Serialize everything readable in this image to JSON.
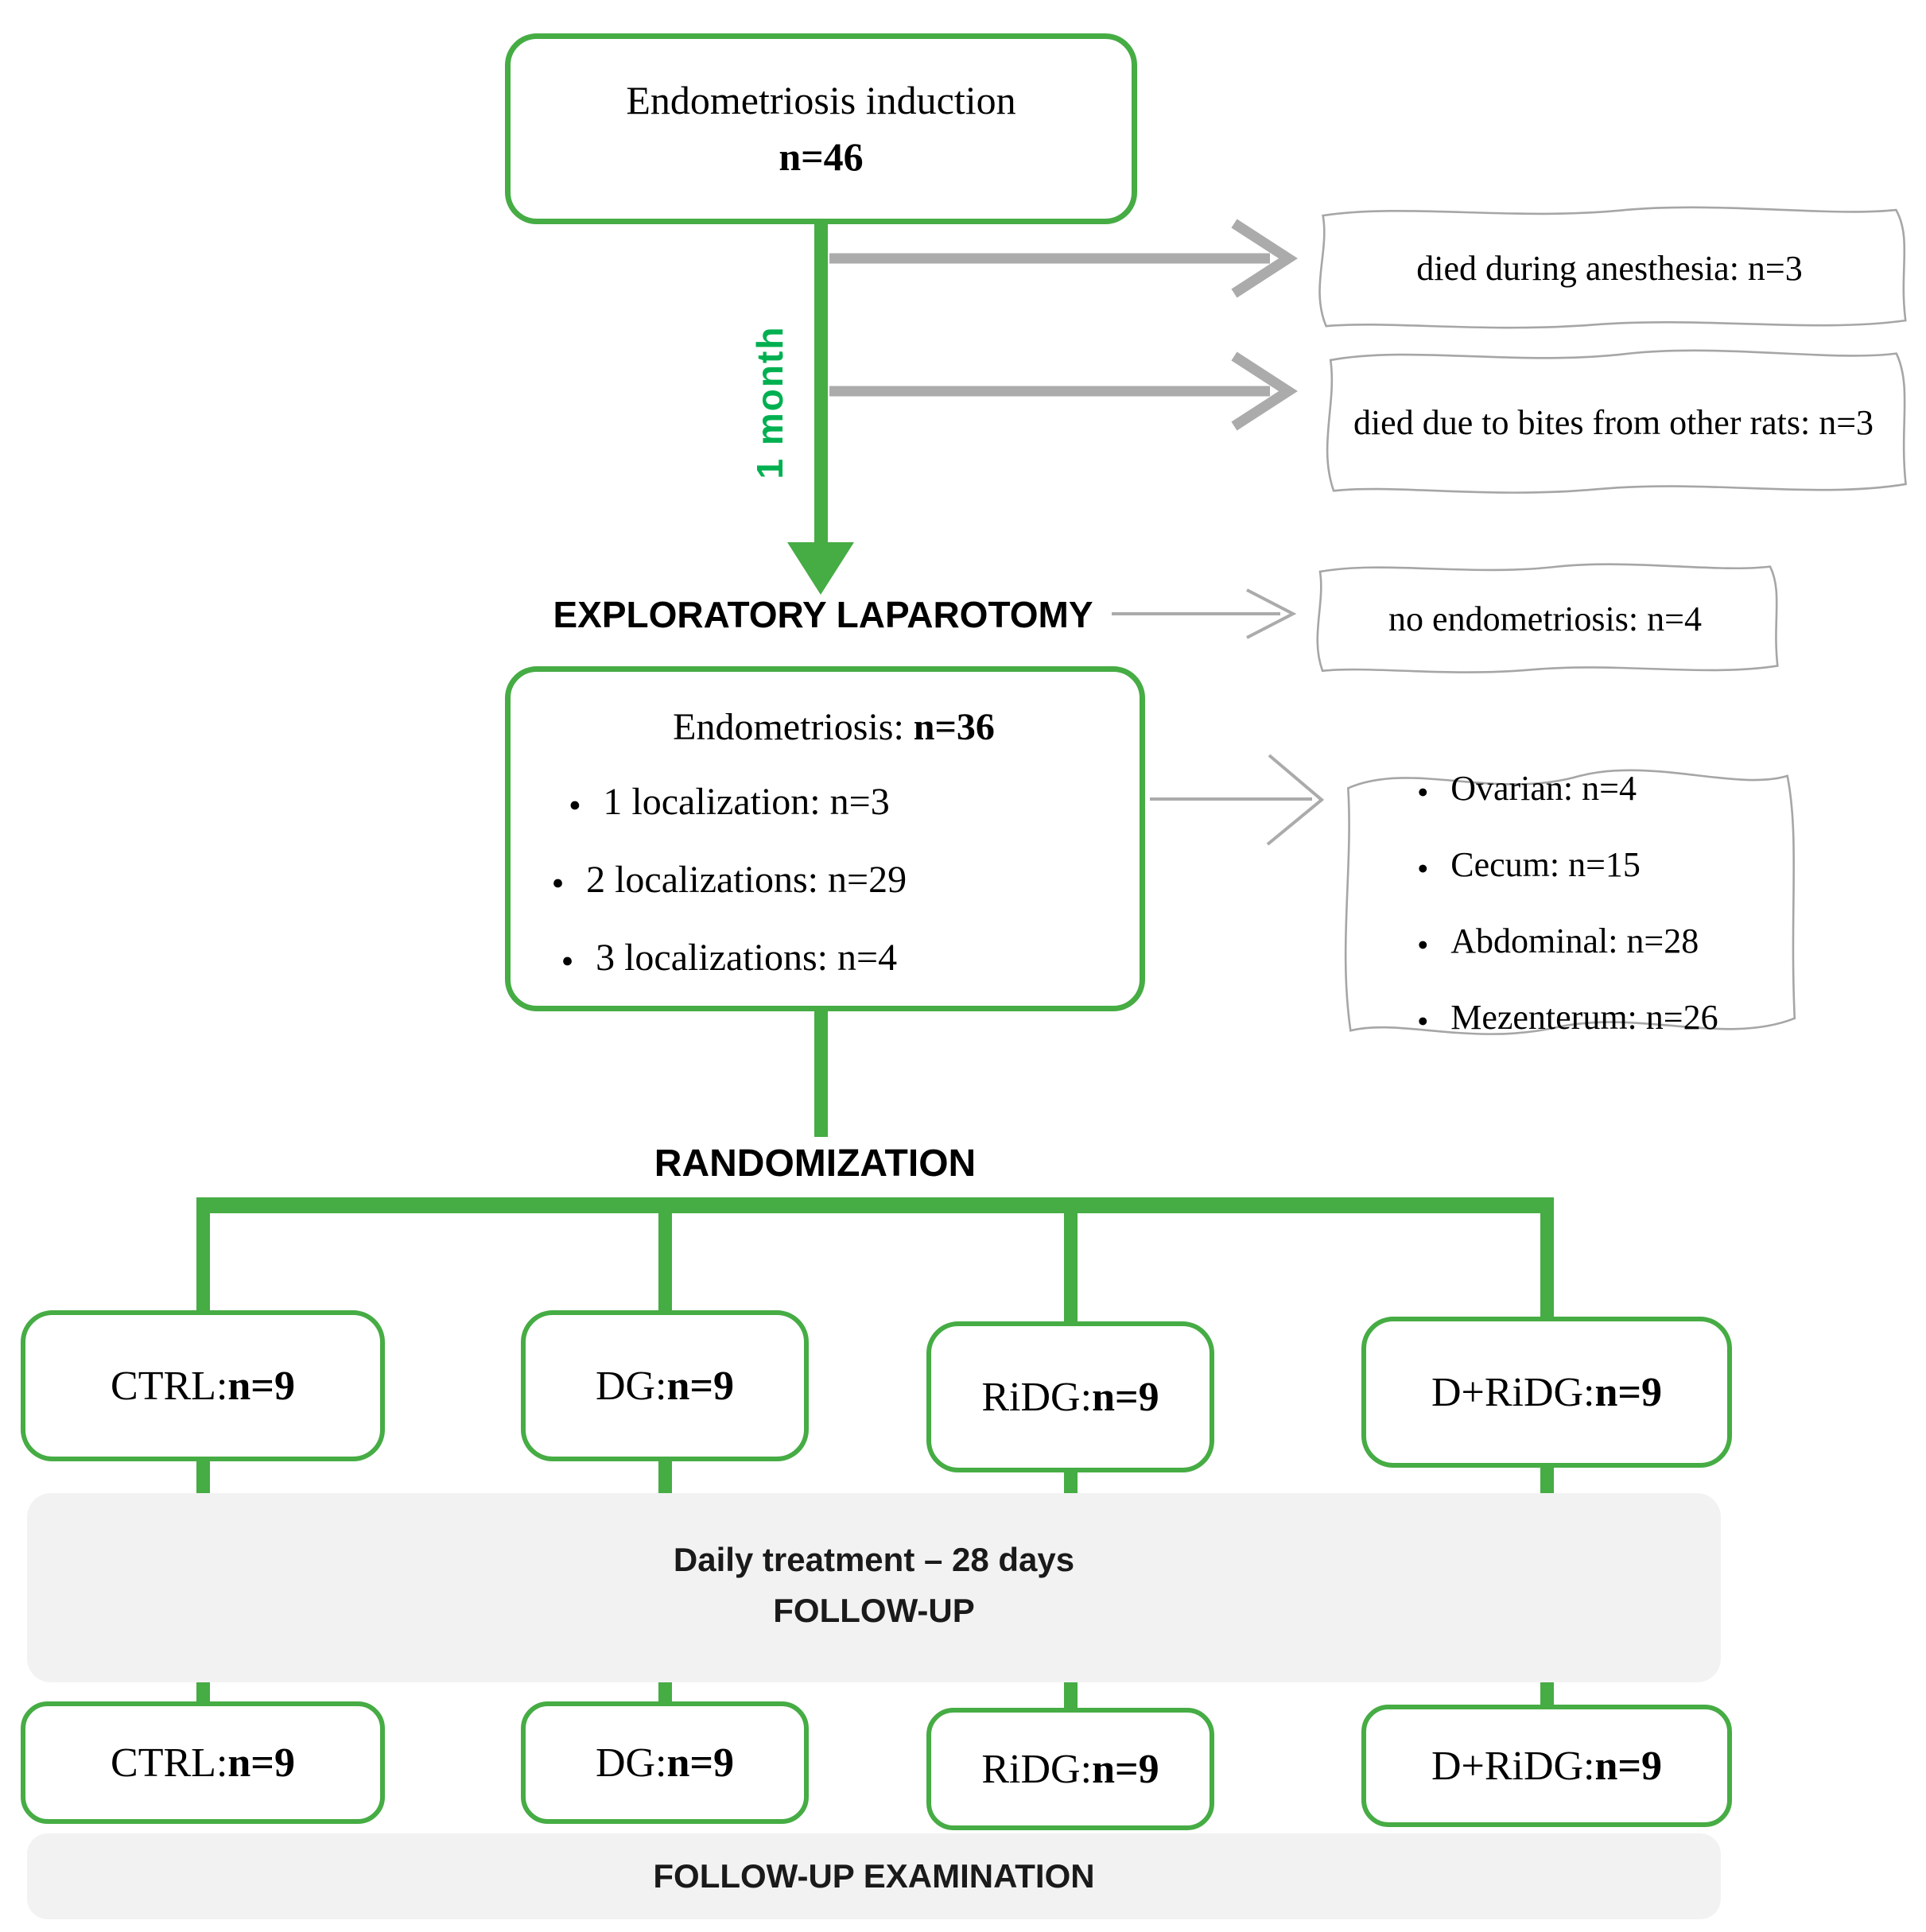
{
  "top_box": {
    "title": "Endometriosis induction",
    "count": "n=46"
  },
  "timeline": {
    "label": "1 month"
  },
  "exclusions": {
    "anesthesia": "died during anesthesia: n=3",
    "bites": "died due to bites from other rats: n=3",
    "no_endometriosis": "no endometriosis: n=4"
  },
  "laparotomy": {
    "label": "EXPLORATORY LAPAROTOMY"
  },
  "endometriosis": {
    "title": "Endometriosis: ",
    "count": "n=36",
    "bullets": [
      "1 localization: n=3",
      "2 localizations: n=29",
      "3 localizations: n=4"
    ]
  },
  "localizations": {
    "bullets": [
      "Ovarian: n=4",
      "Cecum: n=15",
      "Abdominal: n=28",
      "Mezenterum: n=26"
    ]
  },
  "randomization": {
    "label": "RANDOMIZATION"
  },
  "groups": [
    {
      "name": "CTRL: ",
      "count": "n=9"
    },
    {
      "name": "DG: ",
      "count": "n=9"
    },
    {
      "name": "RiDG: ",
      "count": "n=9"
    },
    {
      "name": "D+RiDG: ",
      "count": "n=9"
    }
  ],
  "treatment_bar": {
    "line1": "Daily treatment – 28 days",
    "line2": "FOLLOW-UP"
  },
  "followup_bar": {
    "label": "FOLLOW-UP EXAMINATION"
  },
  "colors": {
    "green": "#46AC44",
    "bright_green": "#00B050",
    "arrow_gray": "#ABABAB",
    "note_border": "#A6A6A6",
    "bar_bg": "#F2F2F2"
  }
}
